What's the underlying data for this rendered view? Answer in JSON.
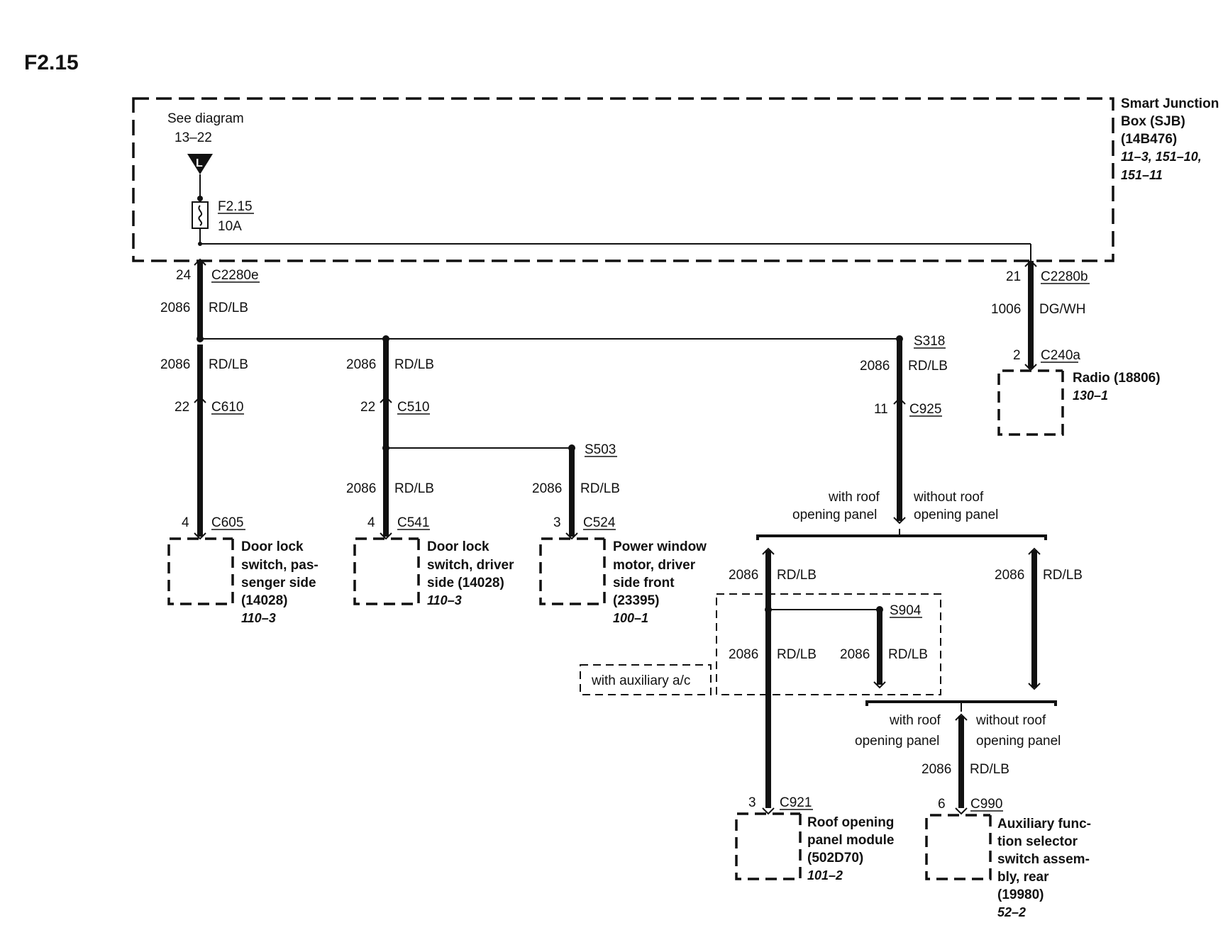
{
  "page_title": "F2.15",
  "sjb": {
    "see_diagram": "See diagram",
    "see_diagram_ref": "13–22",
    "feed_letter": "L",
    "fuse_name": "F2.15",
    "fuse_rating": "10A",
    "label_lines": [
      "Smart Junction",
      "Box (SJB)",
      "(14B476)"
    ],
    "ref_lines": [
      "11–3, 151–10,",
      "151–11"
    ]
  },
  "connectors": {
    "c2280e": {
      "pin": "24",
      "name": "C2280e"
    },
    "c2280b": {
      "pin": "21",
      "name": "C2280b"
    },
    "c240a": {
      "pin": "2",
      "name": "C240a"
    },
    "c610": {
      "pin": "22",
      "name": "C610"
    },
    "c510": {
      "pin": "22",
      "name": "C510"
    },
    "c925": {
      "pin": "11",
      "name": "C925"
    },
    "c605": {
      "pin": "4",
      "name": "C605"
    },
    "c541": {
      "pin": "4",
      "name": "C541"
    },
    "c524": {
      "pin": "3",
      "name": "C524"
    },
    "c921": {
      "pin": "3",
      "name": "C921"
    },
    "c990": {
      "pin": "6",
      "name": "C990"
    }
  },
  "splices": {
    "s318": "S318",
    "s503": "S503",
    "s904": "S904"
  },
  "wire": {
    "rd_num": "2086",
    "rd_color": "RD/LB",
    "dg_num": "1006",
    "dg_color": "DG/WH"
  },
  "options": {
    "with_roof_1": "with roof",
    "with_roof_2": "opening panel",
    "without_roof_1": "without roof",
    "without_roof_2": "opening panel",
    "aux_ac": "with auxiliary a/c"
  },
  "components": {
    "radio": {
      "lines": [
        "Radio (18806)"
      ],
      "ref": "130–1"
    },
    "door_pass": {
      "lines": [
        "Door lock",
        "switch, pas-",
        "senger side",
        "(14028)"
      ],
      "ref": "110–3"
    },
    "door_drv": {
      "lines": [
        "Door lock",
        "switch, driver",
        "side (14028)"
      ],
      "ref": "110–3"
    },
    "window": {
      "lines": [
        "Power window",
        "motor, driver",
        "side front",
        "(23395)"
      ],
      "ref": "100–1"
    },
    "roof": {
      "lines": [
        "Roof opening",
        "panel module",
        "(502D70)"
      ],
      "ref": "101–2"
    },
    "aux": {
      "lines": [
        "Auxiliary func-",
        "tion selector",
        "switch assem-",
        "bly, rear",
        "(19980)"
      ],
      "ref": "52–2"
    }
  }
}
